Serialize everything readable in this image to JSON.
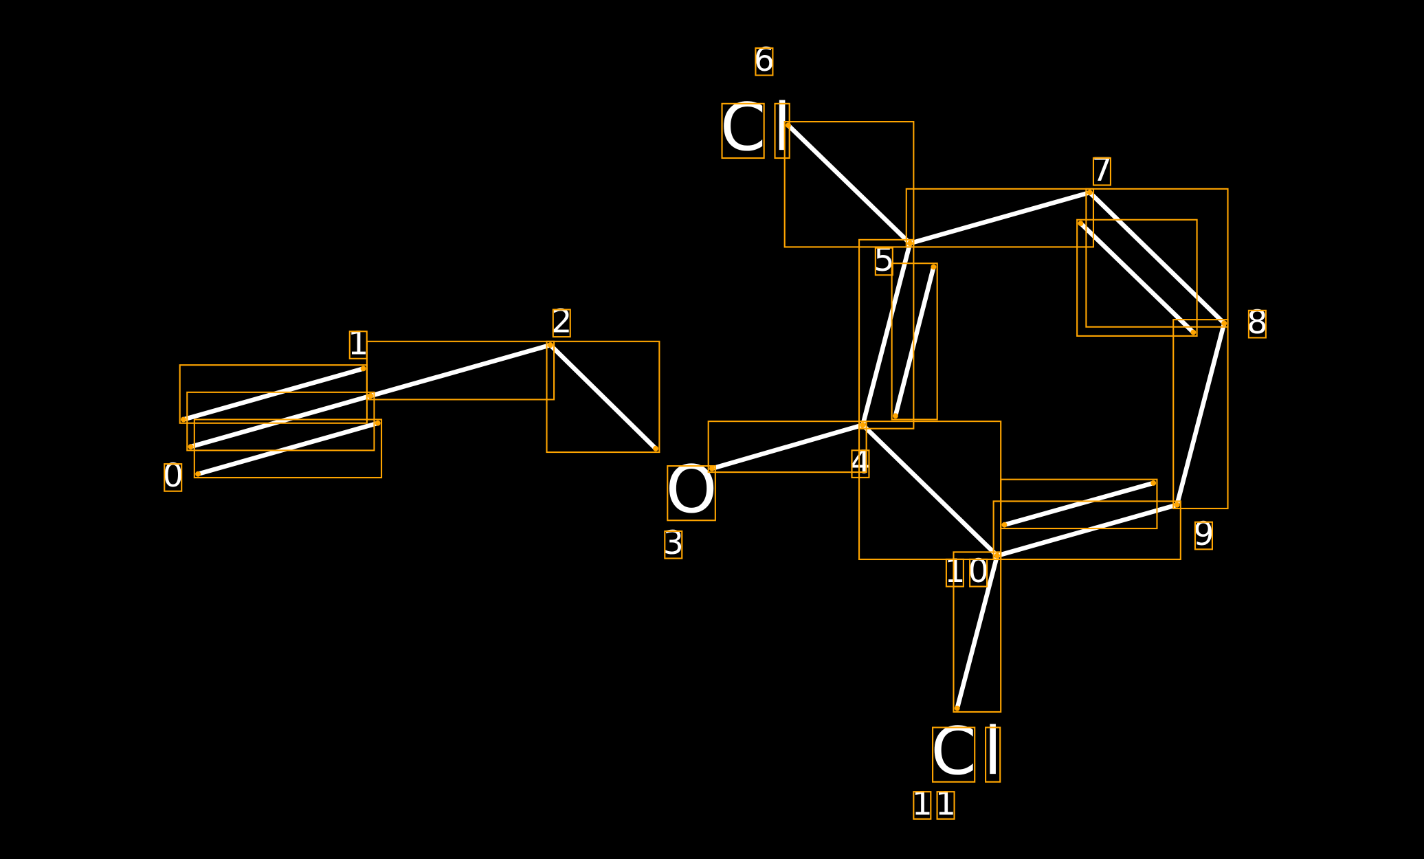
{
  "colors": {
    "background": "#000000",
    "bond": "#ffffff",
    "box": "#FFA500",
    "text": "#ffffff"
  },
  "atoms": [
    {
      "index": "0",
      "symbol": ""
    },
    {
      "index": "1",
      "symbol": ""
    },
    {
      "index": "2",
      "symbol": ""
    },
    {
      "index": "3",
      "symbol": "O"
    },
    {
      "index": "4",
      "symbol": ""
    },
    {
      "index": "5",
      "symbol": ""
    },
    {
      "index": "6",
      "symbol": "Cl"
    },
    {
      "index": "7",
      "symbol": ""
    },
    {
      "index": "8",
      "symbol": ""
    },
    {
      "index": "9",
      "symbol": ""
    },
    {
      "index": "10",
      "symbol": ""
    },
    {
      "index": "11",
      "symbol": "Cl"
    }
  ],
  "bonds": [
    {
      "from": 0,
      "to": 1,
      "order": 3
    },
    {
      "from": 1,
      "to": 2,
      "order": 1
    },
    {
      "from": 2,
      "to": 3,
      "order": 1
    },
    {
      "from": 3,
      "to": 4,
      "order": 1
    },
    {
      "from": 4,
      "to": 5,
      "order": 2
    },
    {
      "from": 5,
      "to": 6,
      "order": 1
    },
    {
      "from": 5,
      "to": 7,
      "order": 1
    },
    {
      "from": 7,
      "to": 8,
      "order": 2
    },
    {
      "from": 8,
      "to": 9,
      "order": 1
    },
    {
      "from": 9,
      "to": 10,
      "order": 2
    },
    {
      "from": 10,
      "to": 4,
      "order": 1
    },
    {
      "from": 10,
      "to": 11,
      "order": 1
    }
  ]
}
